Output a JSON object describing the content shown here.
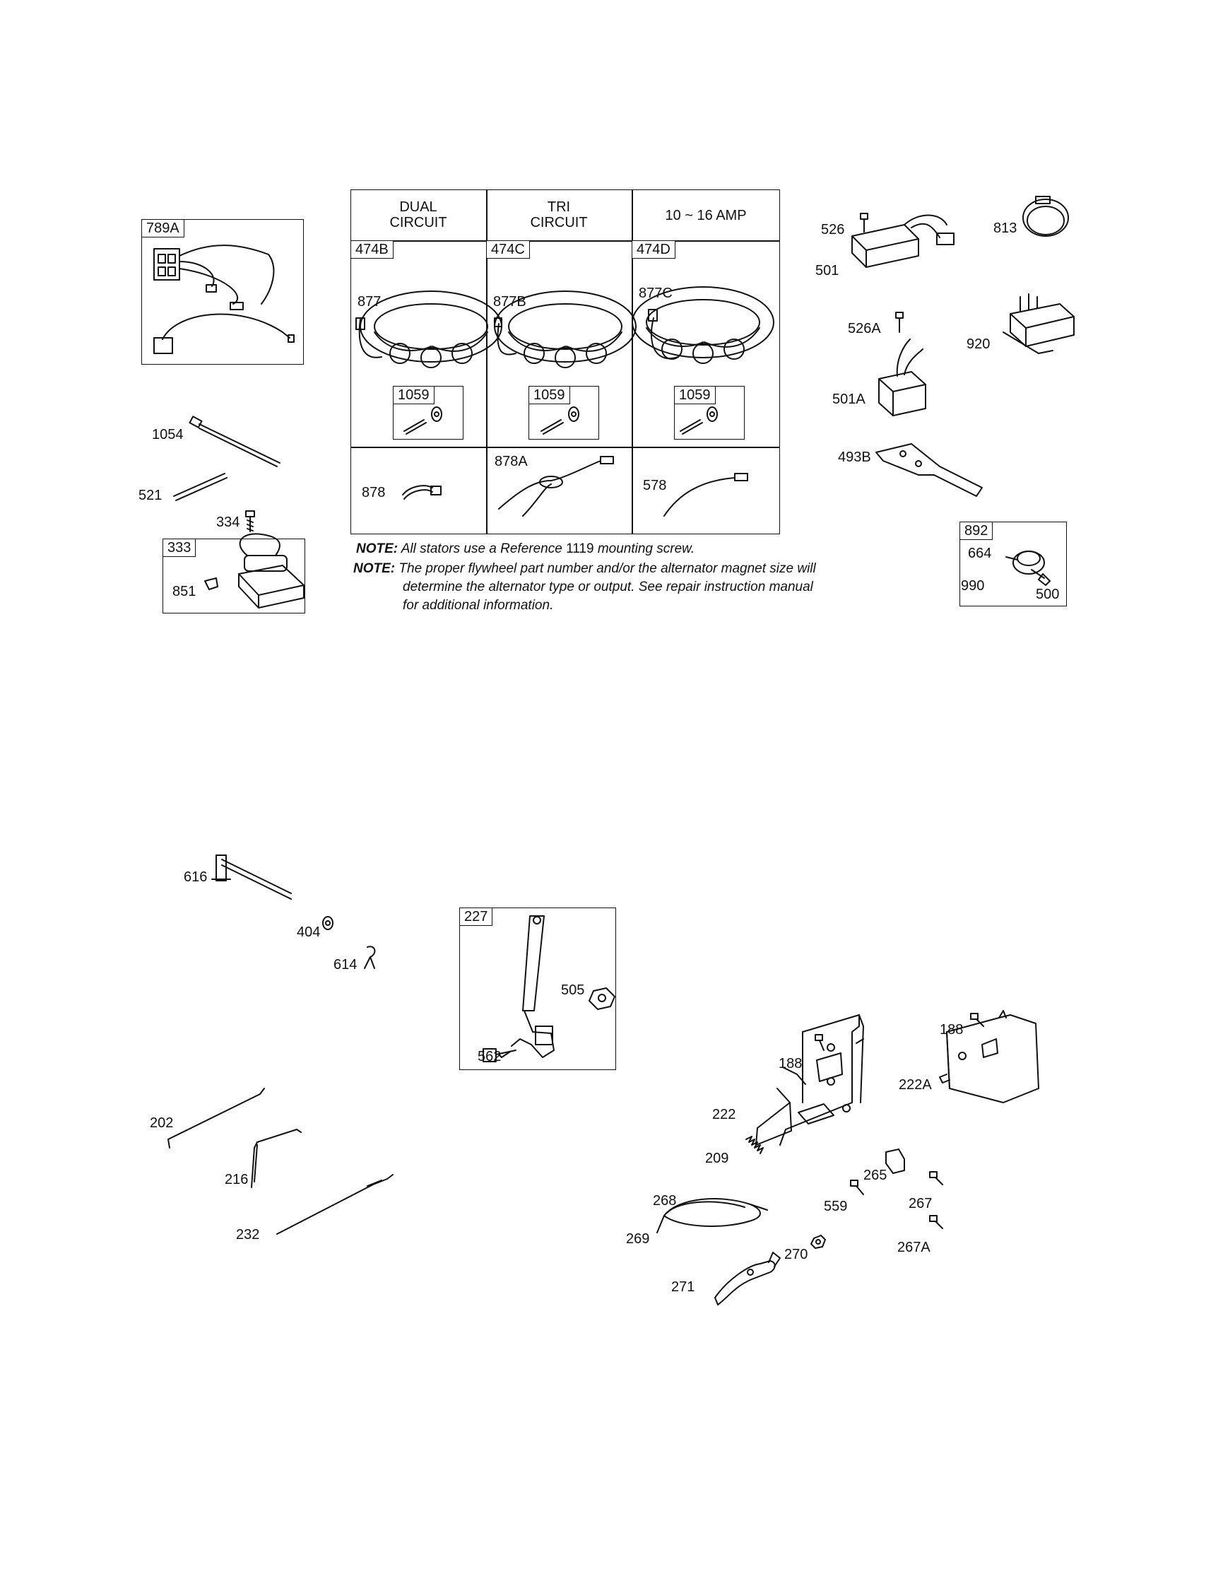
{
  "table": {
    "headers": [
      {
        "line1": "DUAL",
        "line2": "CIRCUIT"
      },
      {
        "line1": "TRI",
        "line2": "CIRCUIT"
      },
      {
        "line1": "10 ~ 16 AMP",
        "line2": ""
      }
    ],
    "stator_tags": [
      "474B",
      "474C",
      "474D"
    ],
    "stator_parts": [
      "877",
      "877B",
      "877C"
    ],
    "screw_tag": "1059",
    "lead_parts": [
      "878",
      "878A",
      "578"
    ]
  },
  "left_top": {
    "harness_tag": "789A",
    "tie_label": "1054",
    "tube_label": "521",
    "screw_label": "334",
    "coil_tag": "333",
    "clip_label": "851"
  },
  "right_top": {
    "screw_526": "526",
    "rectifier_501": "501",
    "clamp_813": "813",
    "screw_526a": "526A",
    "solenoid_920": "920",
    "rectifier_501a": "501A",
    "bracket_493b": "493B",
    "switch_tag": "892",
    "switch_664": "664",
    "switch_990": "990",
    "switch_500": "500"
  },
  "notes": [
    {
      "prefix": "NOTE:",
      "text": "All stators use a Reference",
      "ref": "1119",
      "tail": "mounting screw."
    },
    {
      "prefix": "NOTE:",
      "text": "The proper flywheel part number and/or the alternator magnet size will",
      "line2": "determine the alternator type or output. See repair instruction manual",
      "line3": "for additional information."
    }
  ],
  "bottom": {
    "shaft_616": "616",
    "washer_404": "404",
    "pin_614": "614",
    "lever_tag": "227",
    "nut_505": "505",
    "screw_562": "562",
    "link_202": "202",
    "link_216": "216",
    "rod_232": "232",
    "screw_188a": "188",
    "screw_188b": "188",
    "bracket_222": "222",
    "bracket_222a": "222A",
    "spring_209": "209",
    "clip_265": "265",
    "screw_559": "559",
    "screw_267": "267",
    "screw_267a": "267A",
    "cable_268": "268",
    "cable_269": "269",
    "nut_270": "270",
    "lever_271": "271"
  }
}
